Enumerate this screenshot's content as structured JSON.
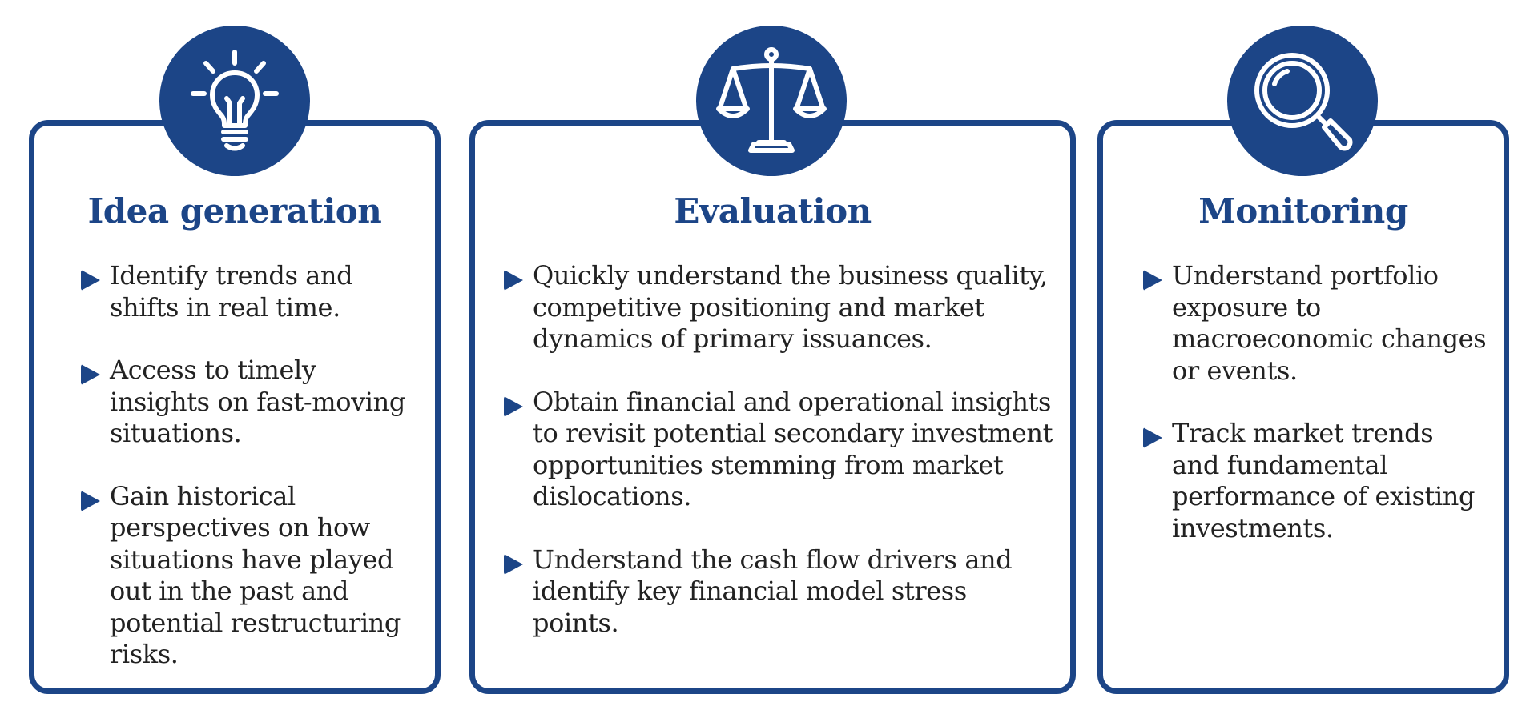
{
  "colors": {
    "accent": "#1c4587",
    "text": "#222222",
    "background": "#ffffff"
  },
  "columns": [
    {
      "title": "Idea generation",
      "icon": "lightbulb-icon",
      "bullets": [
        "Identify trends and shifts in real time.",
        "Access to timely insights on fast-moving situations.",
        "Gain historical perspectives on how situations have played out in the past and potential restructuring risks."
      ]
    },
    {
      "title": "Evaluation",
      "icon": "balance-scale-icon",
      "bullets": [
        "Quickly understand the business quality, competitive positioning and market dynamics of primary issuances.",
        "Obtain financial and operational insights to revisit potential secondary investment opportunities stemming from market dislocations.",
        "Understand the cash flow drivers and identify key financial model stress points."
      ]
    },
    {
      "title": "Monitoring",
      "icon": "magnifying-glass-icon",
      "bullets": [
        "Understand portfolio exposure to macroeconomic changes or events.",
        "Track market trends and fundamental performance of existing investments."
      ]
    }
  ]
}
